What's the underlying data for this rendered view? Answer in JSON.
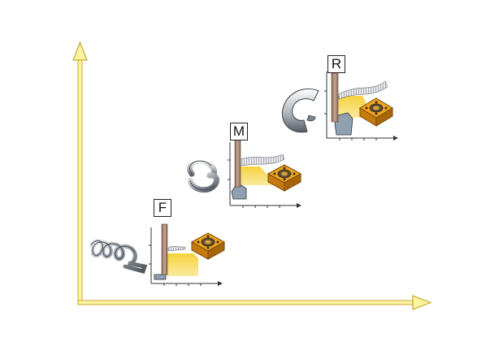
{
  "diagram": {
    "stages": [
      {
        "label": "F",
        "chip": "tight-spiral-chip-icon",
        "insert": "orange-square-insert-icon",
        "tool": "light-cutting-graph"
      },
      {
        "label": "M",
        "chip": "curled-chip-icon",
        "insert": "orange-square-insert-icon",
        "tool": "medium-cutting-graph"
      },
      {
        "label": "R",
        "chip": "broad-curl-chip-icon",
        "insert": "orange-square-insert-icon",
        "tool": "rough-cutting-graph"
      }
    ],
    "colors": {
      "axis_fill": "#fdf3a0",
      "axis_stroke": "#c9a833",
      "insert_orange": "#f0a51d",
      "insert_dark": "#b86d0c",
      "zone_yellow": "#f6d23c",
      "shank_brown": "#a77f6a",
      "chip_grey": "#9aa0a8"
    }
  }
}
